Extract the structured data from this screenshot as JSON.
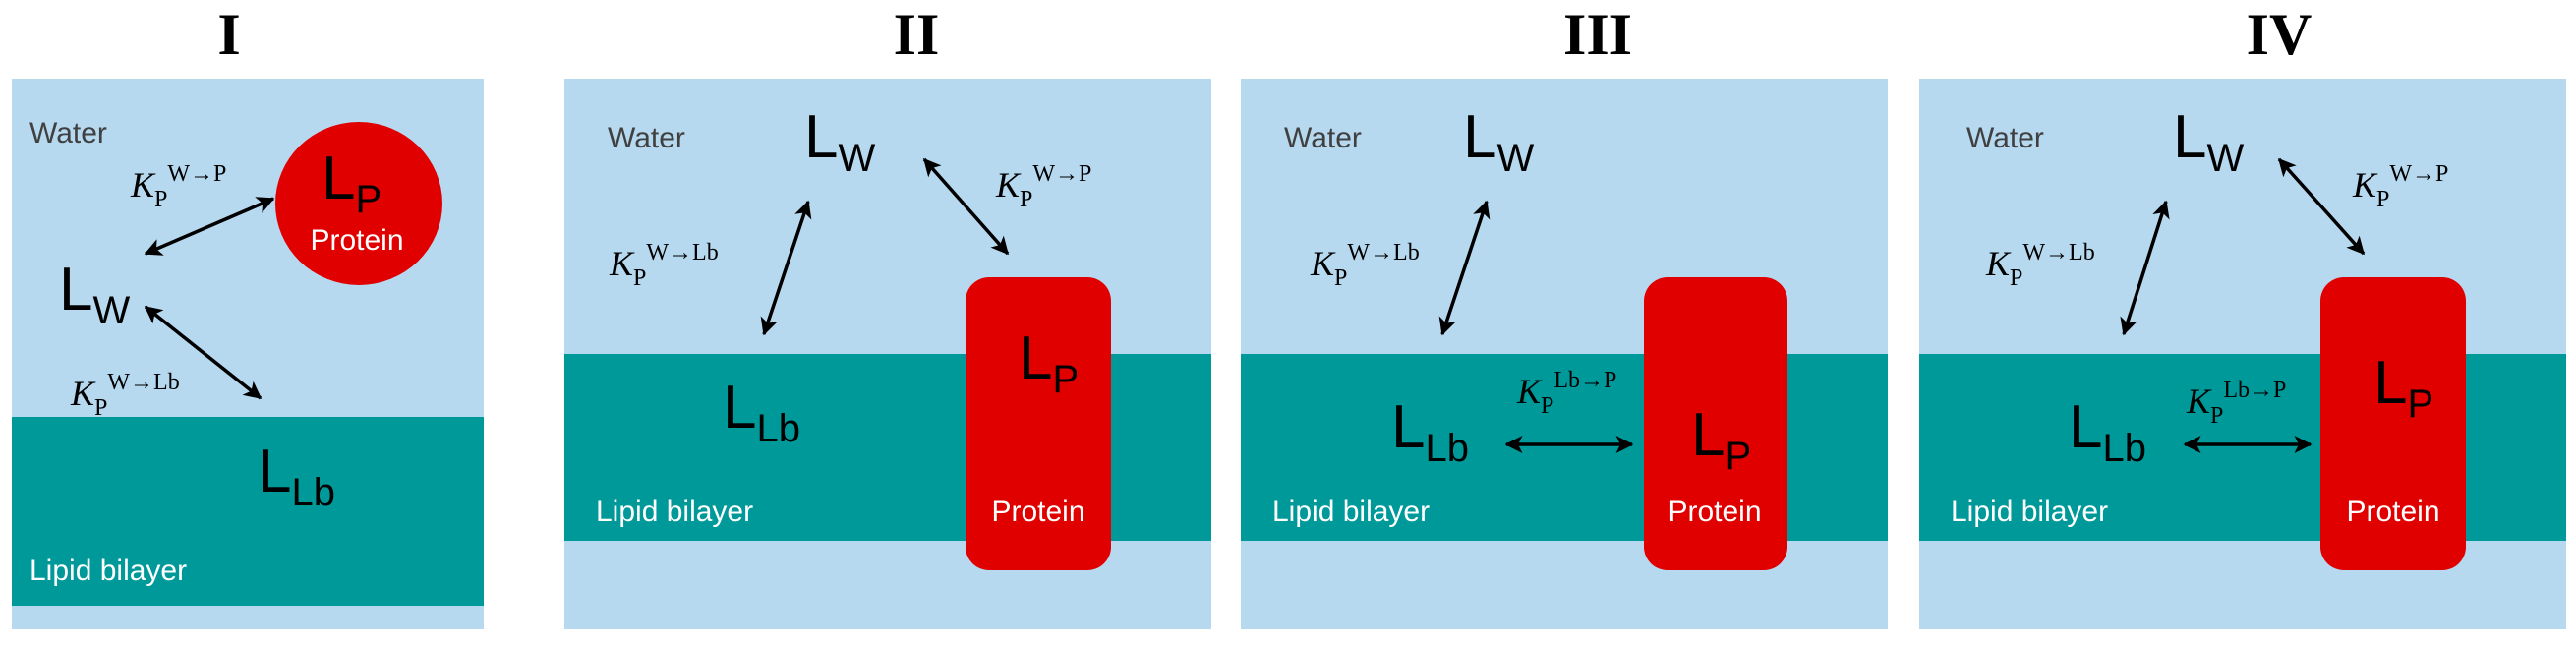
{
  "colors": {
    "water": "#b6d9f0",
    "bilayer": "#00999a",
    "protein": "#e00000",
    "ink": "#000000",
    "label_dark": "#404040",
    "label_light": "#ffffff"
  },
  "panels": [
    {
      "id": "I",
      "title": "I",
      "water_label": "Water",
      "bilayer_label": "Lipid bilayer",
      "protein_label": "Protein",
      "lw": {
        "main": "L",
        "sub": "W"
      },
      "llb": {
        "main": "L",
        "sub": "Lb"
      },
      "lp": {
        "main": "L",
        "sub": "P"
      },
      "constants": [
        {
          "main": "K",
          "sub": "P",
          "sup": "W→P"
        },
        {
          "main": "K",
          "sub": "P",
          "sup": "W→Lb"
        }
      ]
    },
    {
      "id": "II",
      "title": "II",
      "water_label": "Water",
      "bilayer_label": "Lipid bilayer",
      "protein_label": "Protein",
      "lw": {
        "main": "L",
        "sub": "W"
      },
      "llb": {
        "main": "L",
        "sub": "Lb"
      },
      "lp": {
        "main": "L",
        "sub": "P"
      },
      "constants": [
        {
          "main": "K",
          "sub": "P",
          "sup": "W→Lb"
        },
        {
          "main": "K",
          "sub": "P",
          "sup": "W→P"
        }
      ]
    },
    {
      "id": "III",
      "title": "III",
      "water_label": "Water",
      "bilayer_label": "Lipid bilayer",
      "protein_label": "Protein",
      "lw": {
        "main": "L",
        "sub": "W"
      },
      "llb": {
        "main": "L",
        "sub": "Lb"
      },
      "lp": {
        "main": "L",
        "sub": "P"
      },
      "constants": [
        {
          "main": "K",
          "sub": "P",
          "sup": "W→Lb"
        },
        {
          "main": "K",
          "sub": "P",
          "sup": "Lb→P"
        }
      ]
    },
    {
      "id": "IV",
      "title": "IV",
      "water_label": "Water",
      "bilayer_label": "Lipid bilayer",
      "protein_label": "Protein",
      "lw": {
        "main": "L",
        "sub": "W"
      },
      "llb": {
        "main": "L",
        "sub": "Lb"
      },
      "lp": {
        "main": "L",
        "sub": "P"
      },
      "constants": [
        {
          "main": "K",
          "sub": "P",
          "sup": "W→Lb"
        },
        {
          "main": "K",
          "sub": "P",
          "sup": "W→P"
        },
        {
          "main": "K",
          "sub": "P",
          "sup": "Lb→P"
        }
      ]
    }
  ]
}
